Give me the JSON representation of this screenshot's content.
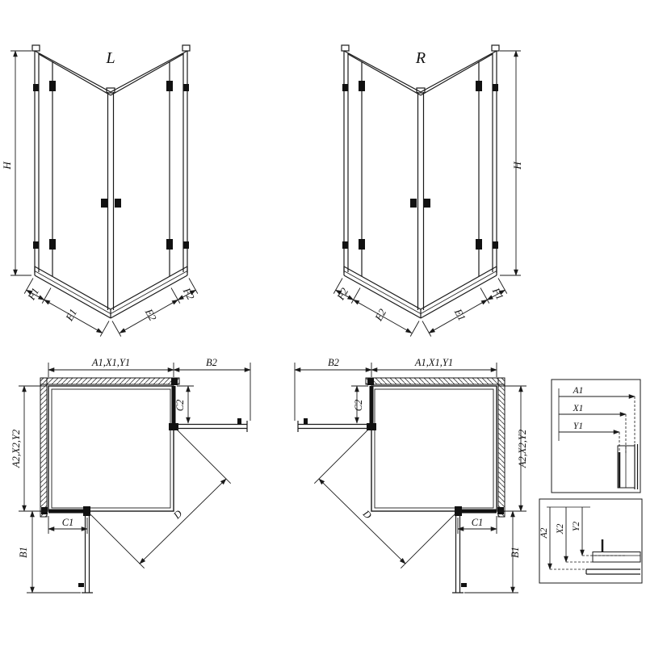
{
  "colors": {
    "line": "#1a1a1a",
    "background": "#ffffff"
  },
  "iso_left": {
    "label": "L",
    "height_dim": "H",
    "f1": "F1",
    "e1": "E1",
    "e2": "E2",
    "f2": "F2"
  },
  "iso_right": {
    "label": "R",
    "height_dim": "H",
    "f1": "F1",
    "e1": "E1",
    "e2": "E2",
    "f2": "F2"
  },
  "plan_left": {
    "width_dim": "A1,X1,Y1",
    "b2": "B2",
    "c2": "C2",
    "depth_dim": "A2,X2,Y2",
    "c1": "C1",
    "b1": "B1",
    "d": "D"
  },
  "plan_right": {
    "width_dim": "A1,X1,Y1",
    "b2": "B2",
    "c2": "C2",
    "depth_dim": "A2,X2,Y2",
    "c1": "C1",
    "b1": "B1",
    "d": "D"
  },
  "detail_width": {
    "a1": "A1",
    "x1": "X1",
    "y1": "Y1"
  },
  "detail_height": {
    "a2": "A2",
    "x2": "X2",
    "y2": "Y2"
  }
}
